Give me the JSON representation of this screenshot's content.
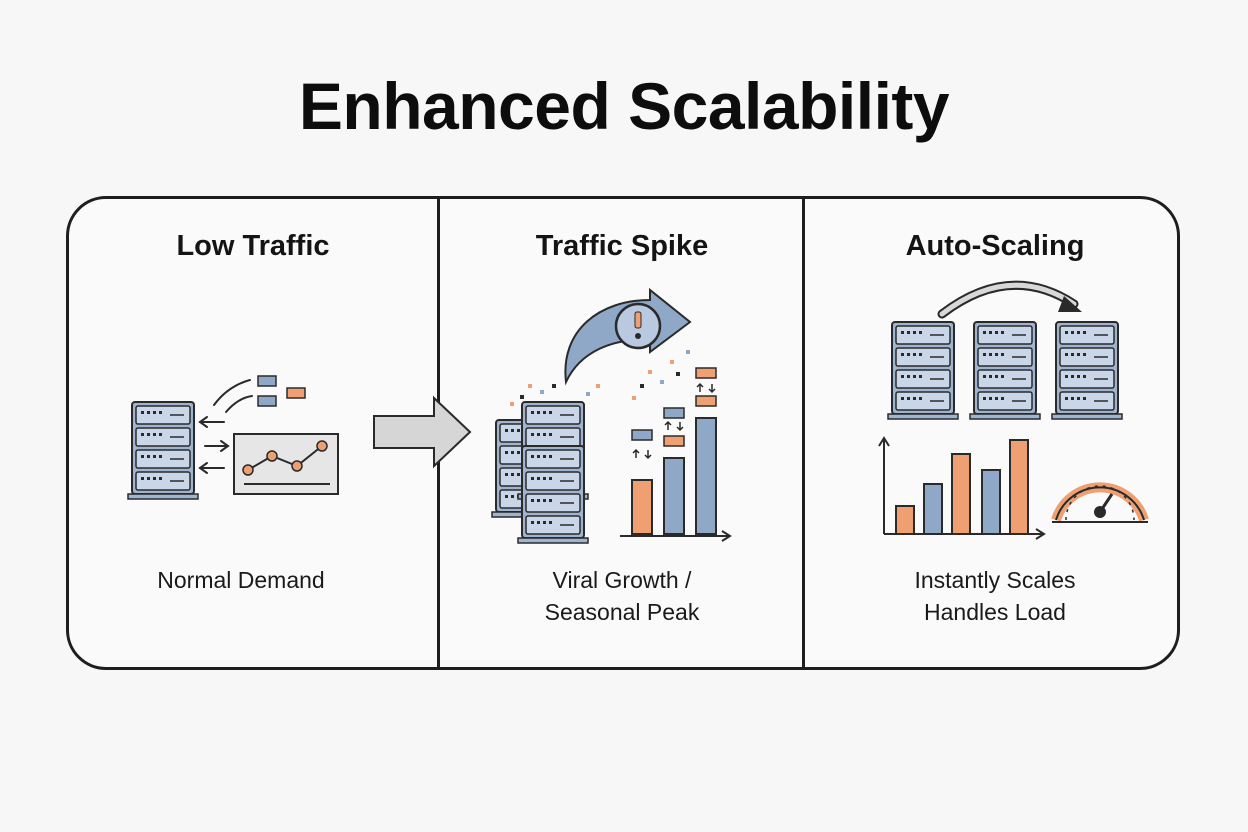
{
  "title": "Enhanced Scalability",
  "panels": [
    {
      "heading": "Low Traffic",
      "caption_lines": [
        "Normal Demand"
      ]
    },
    {
      "heading": "Traffic Spike",
      "caption_lines": [
        "Viral Growth /",
        "Seasonal Peak"
      ]
    },
    {
      "heading": "Auto-Scaling",
      "caption_lines": [
        "Instantly Scales",
        "Handles Load"
      ]
    }
  ],
  "icons": [
    "server-rack-icon",
    "line-chart-icon",
    "right-arrow-icon",
    "warning-icon",
    "curved-arrow-icon",
    "bar-chart-icon",
    "gauge-icon"
  ],
  "colors": {
    "blue": "#8fa8c8",
    "orange": "#eea072",
    "outline": "#2a2a2a",
    "arrow_gray": "#d8d8d8"
  }
}
